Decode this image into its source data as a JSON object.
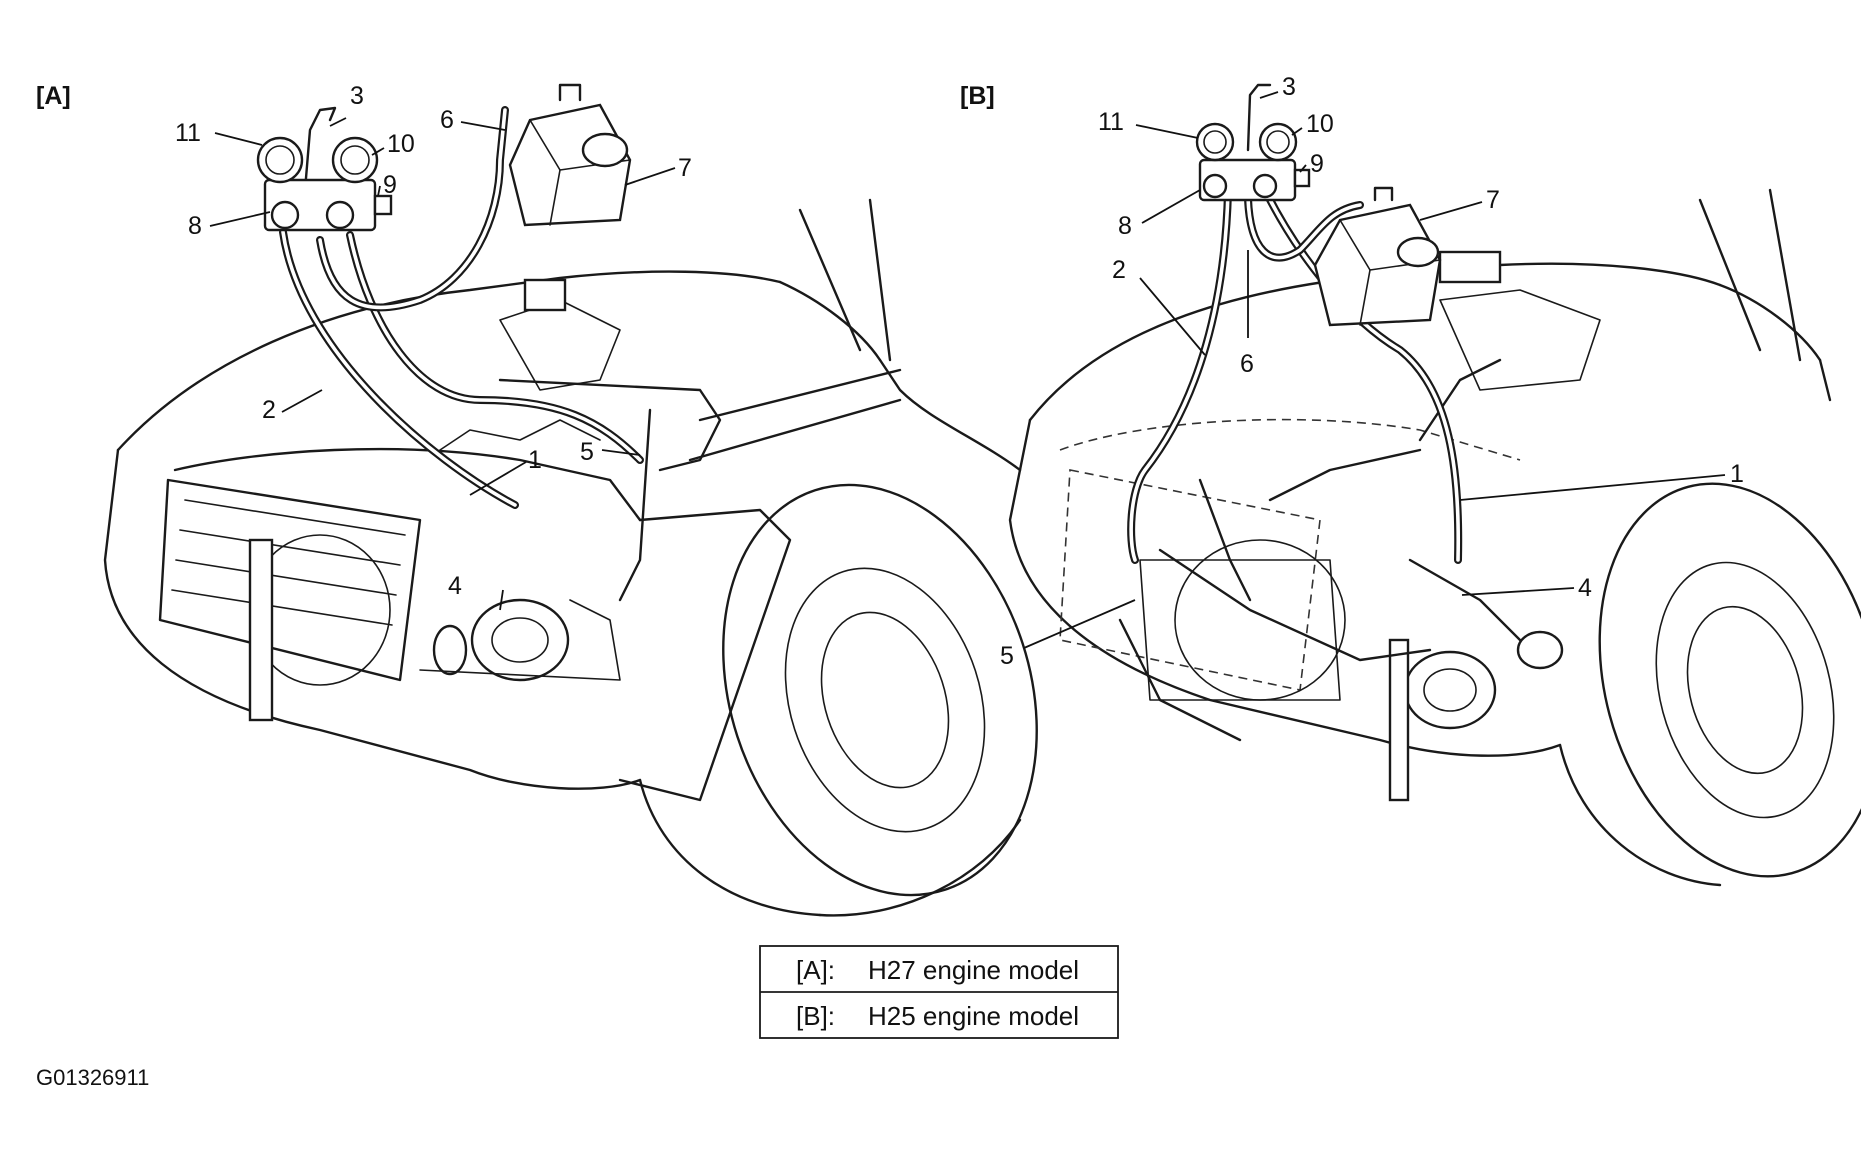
{
  "panels": {
    "a": {
      "tag": "[A]",
      "callouts": {
        "c1": "1",
        "c2": "2",
        "c3": "3",
        "c4": "4",
        "c5": "5",
        "c6": "6",
        "c7": "7",
        "c8": "8",
        "c9": "9",
        "c10": "10",
        "c11": "11"
      }
    },
    "b": {
      "tag": "[B]",
      "callouts": {
        "c1": "1",
        "c2": "2",
        "c3": "3",
        "c4": "4",
        "c5": "5",
        "c6": "6",
        "c7": "7",
        "c8": "8",
        "c9": "9",
        "c10": "10",
        "c11": "11"
      }
    }
  },
  "legend": {
    "row_a": {
      "key": "[A]:",
      "value": "H27 engine model"
    },
    "row_b": {
      "key": "[B]:",
      "value": "H25 engine model"
    }
  },
  "figure_code": "G01326911"
}
